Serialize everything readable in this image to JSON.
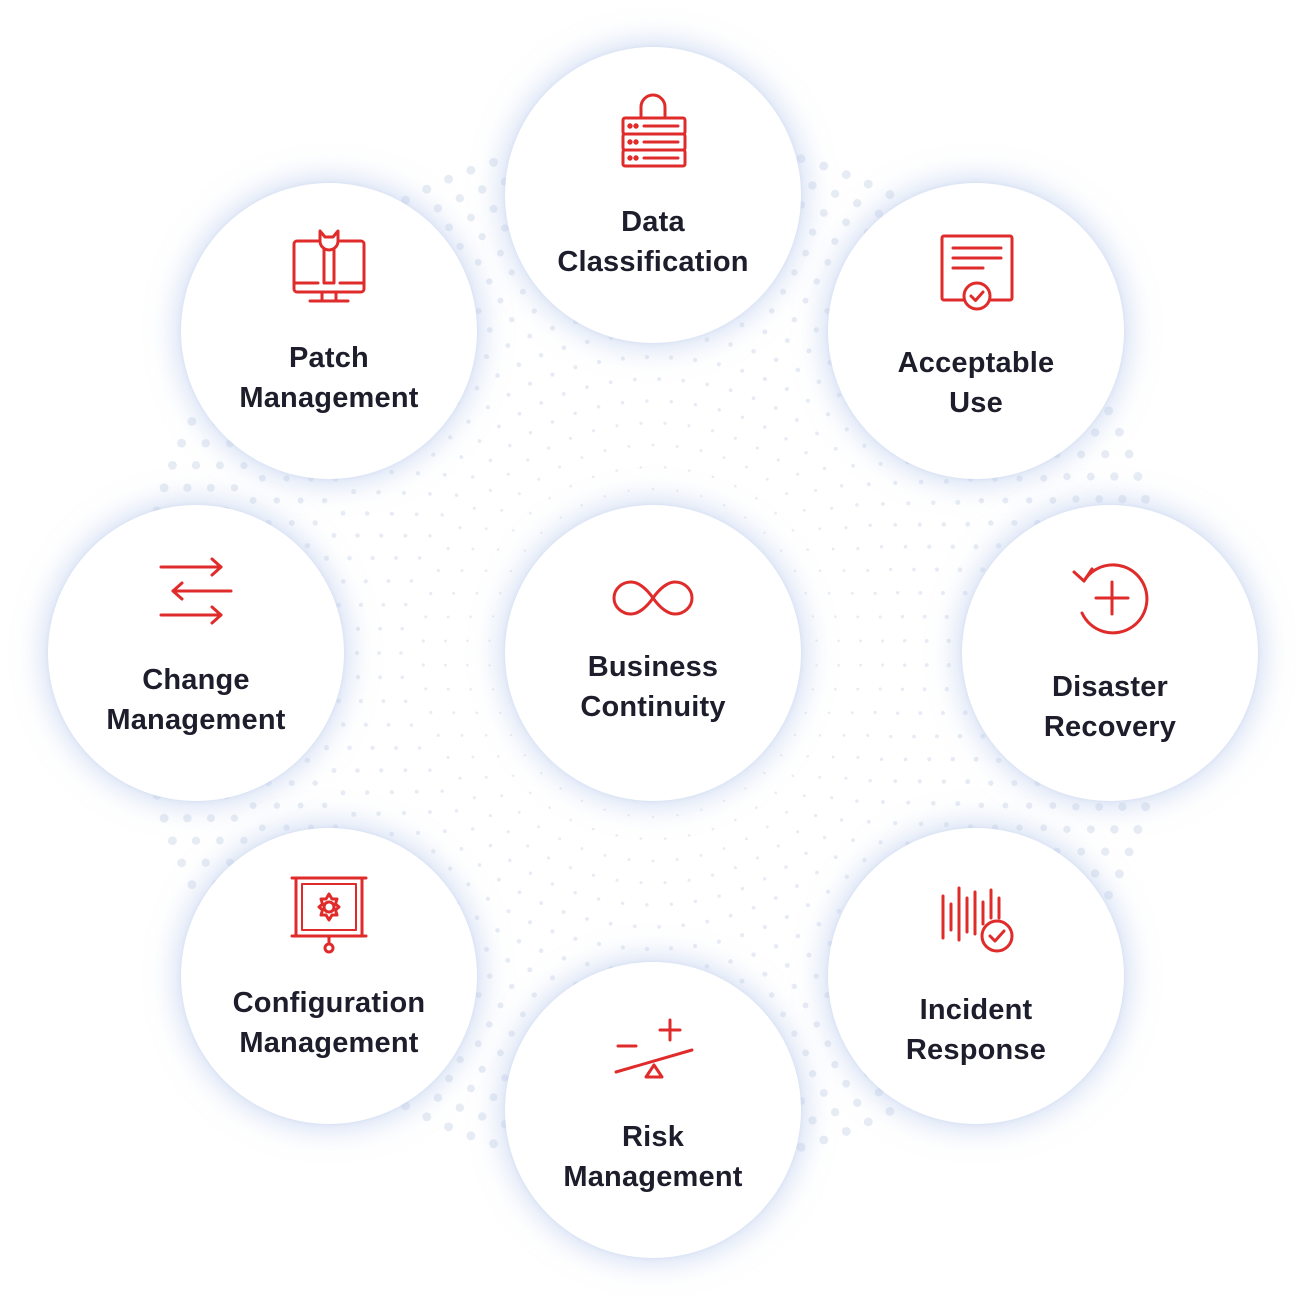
{
  "colors": {
    "accent": "#e02b2b",
    "text": "#1d1d2b",
    "dots": "#e7ecf4"
  },
  "nodes": [
    {
      "id": "data-classification",
      "icon": "server-lock-icon",
      "lines": [
        "Data",
        "Classification"
      ]
    },
    {
      "id": "patch-management",
      "icon": "monitor-wrench-icon",
      "lines": [
        "Patch",
        "Management"
      ]
    },
    {
      "id": "acceptable-use",
      "icon": "certificate-check-icon",
      "lines": [
        "Acceptable",
        "Use"
      ]
    },
    {
      "id": "change-management",
      "icon": "swap-arrows-icon",
      "lines": [
        "Change",
        "Management"
      ]
    },
    {
      "id": "business-continuity",
      "icon": "infinity-icon",
      "lines": [
        "Business",
        "Continuity"
      ]
    },
    {
      "id": "disaster-recovery",
      "icon": "restore-plus-icon",
      "lines": [
        "Disaster",
        "Recovery"
      ]
    },
    {
      "id": "configuration-management",
      "icon": "presentation-gear-icon",
      "lines": [
        "Configuration",
        "Management"
      ]
    },
    {
      "id": "incident-response",
      "icon": "signal-check-icon",
      "lines": [
        "Incident",
        "Response"
      ]
    },
    {
      "id": "risk-management",
      "icon": "balance-seesaw-icon",
      "lines": [
        "Risk",
        "Management"
      ]
    }
  ]
}
